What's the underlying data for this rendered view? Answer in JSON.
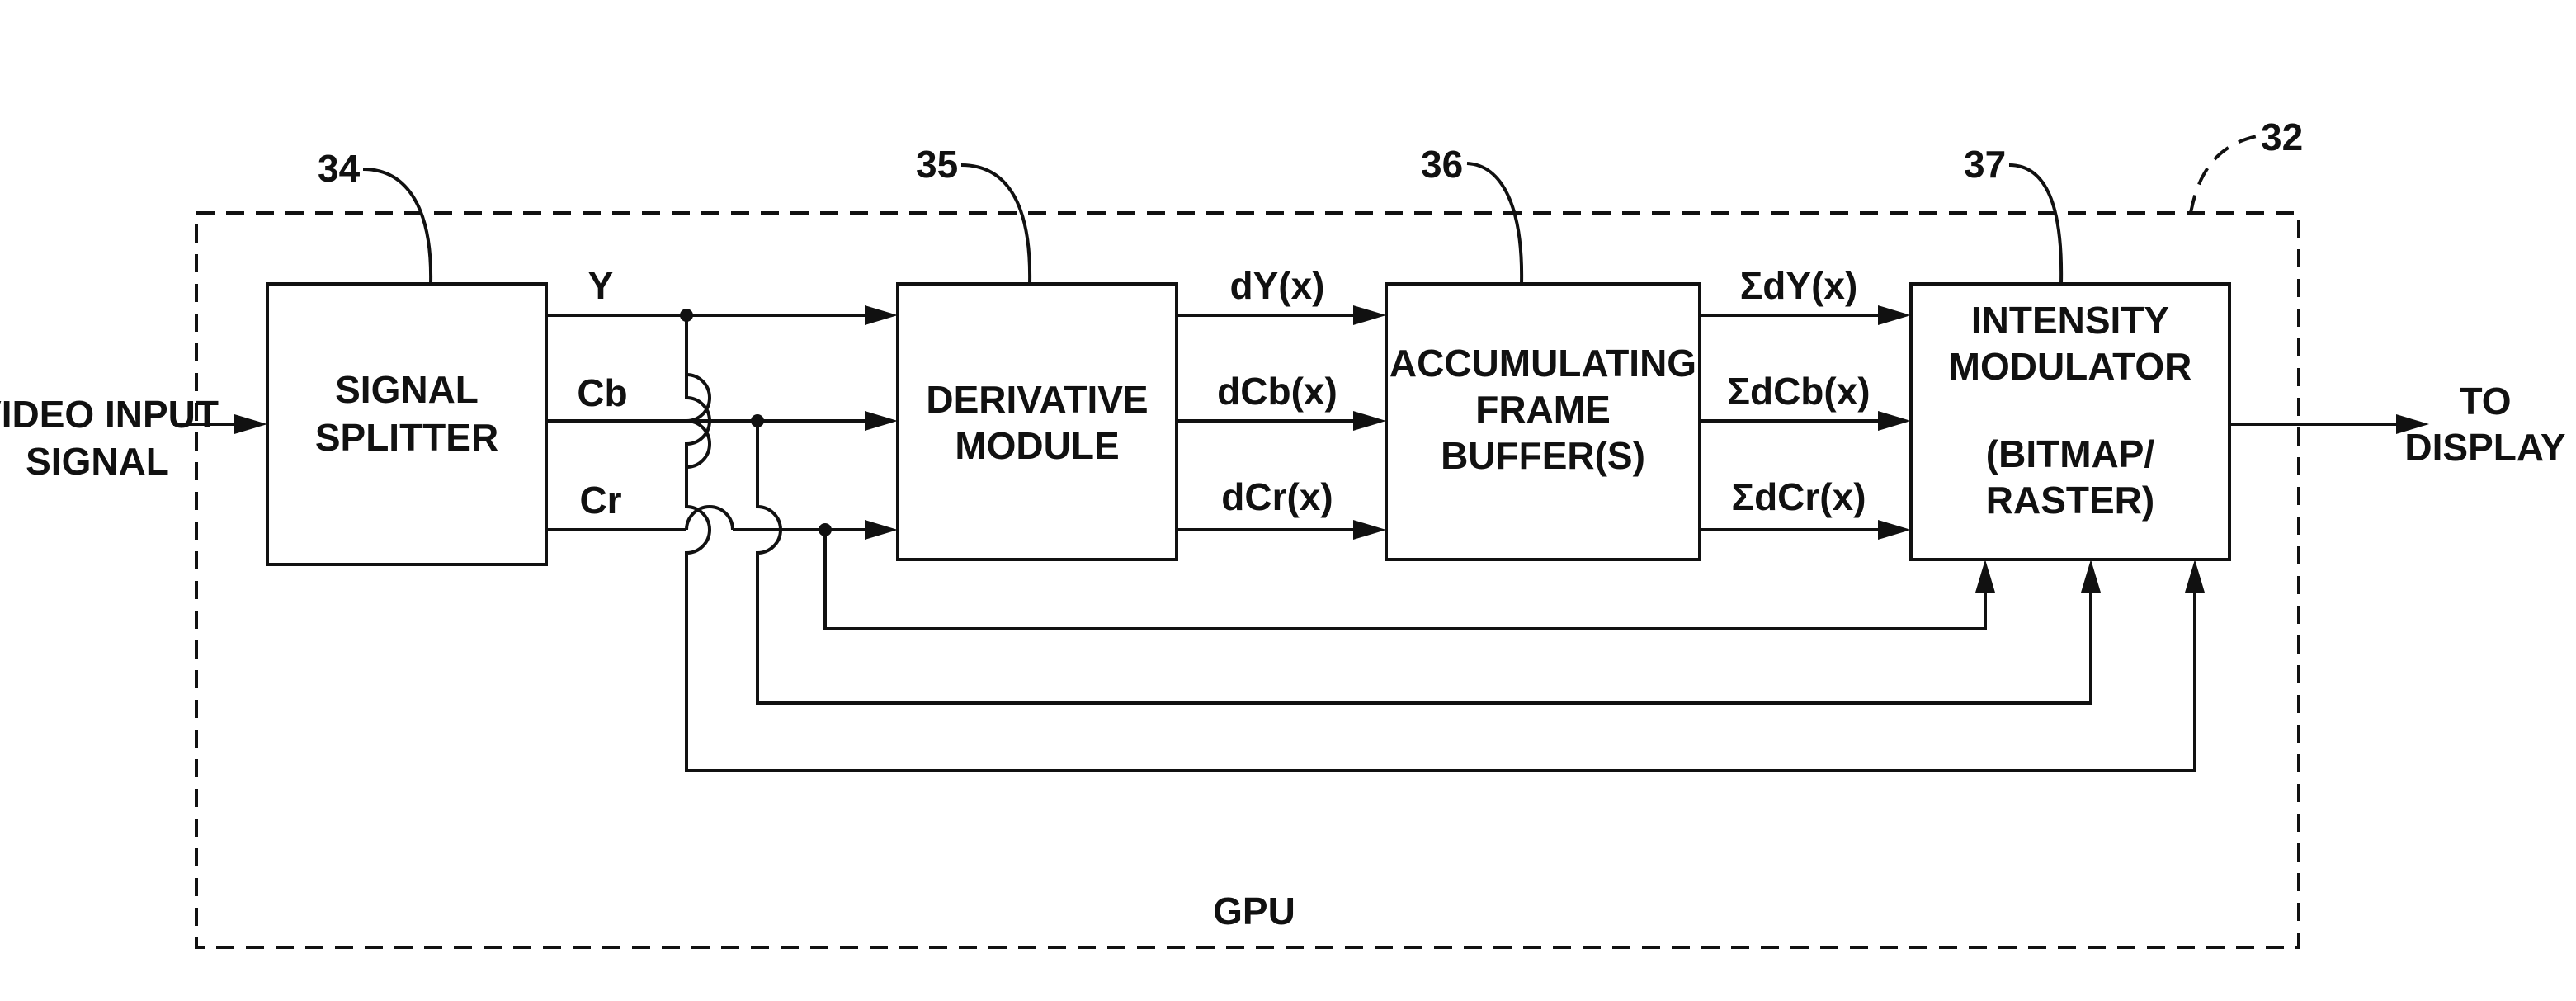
{
  "reference_numerals": {
    "system": "32",
    "splitter": "34",
    "derivative": "35",
    "buffer": "36",
    "modulator": "37"
  },
  "container_label": "GPU",
  "input_label": {
    "line1": "VIDEO INPUT",
    "line2": "SIGNAL"
  },
  "output_label": {
    "line1": "TO",
    "line2": "DISPLAY"
  },
  "blocks": {
    "splitter": {
      "line1": "SIGNAL",
      "line2": "SPLITTER"
    },
    "derivative": {
      "line1": "DERIVATIVE",
      "line2": "MODULE"
    },
    "buffer": {
      "line1": "ACCUMULATING",
      "line2": "FRAME",
      "line3": "BUFFER(S)"
    },
    "modulator": {
      "line1": "INTENSITY",
      "line2": "MODULATOR",
      "line3": "(BITMAP/",
      "line4": "RASTER)"
    }
  },
  "signals": {
    "components": [
      "Y",
      "Cb",
      "Cr"
    ],
    "derivatives": [
      "dY(x)",
      "dCb(x)",
      "dCr(x)"
    ],
    "sums": [
      "ΣdY(x)",
      "ΣdCb(x)",
      "ΣdCr(x)"
    ]
  },
  "colors": {
    "ink": "#111111",
    "background": "#ffffff"
  }
}
